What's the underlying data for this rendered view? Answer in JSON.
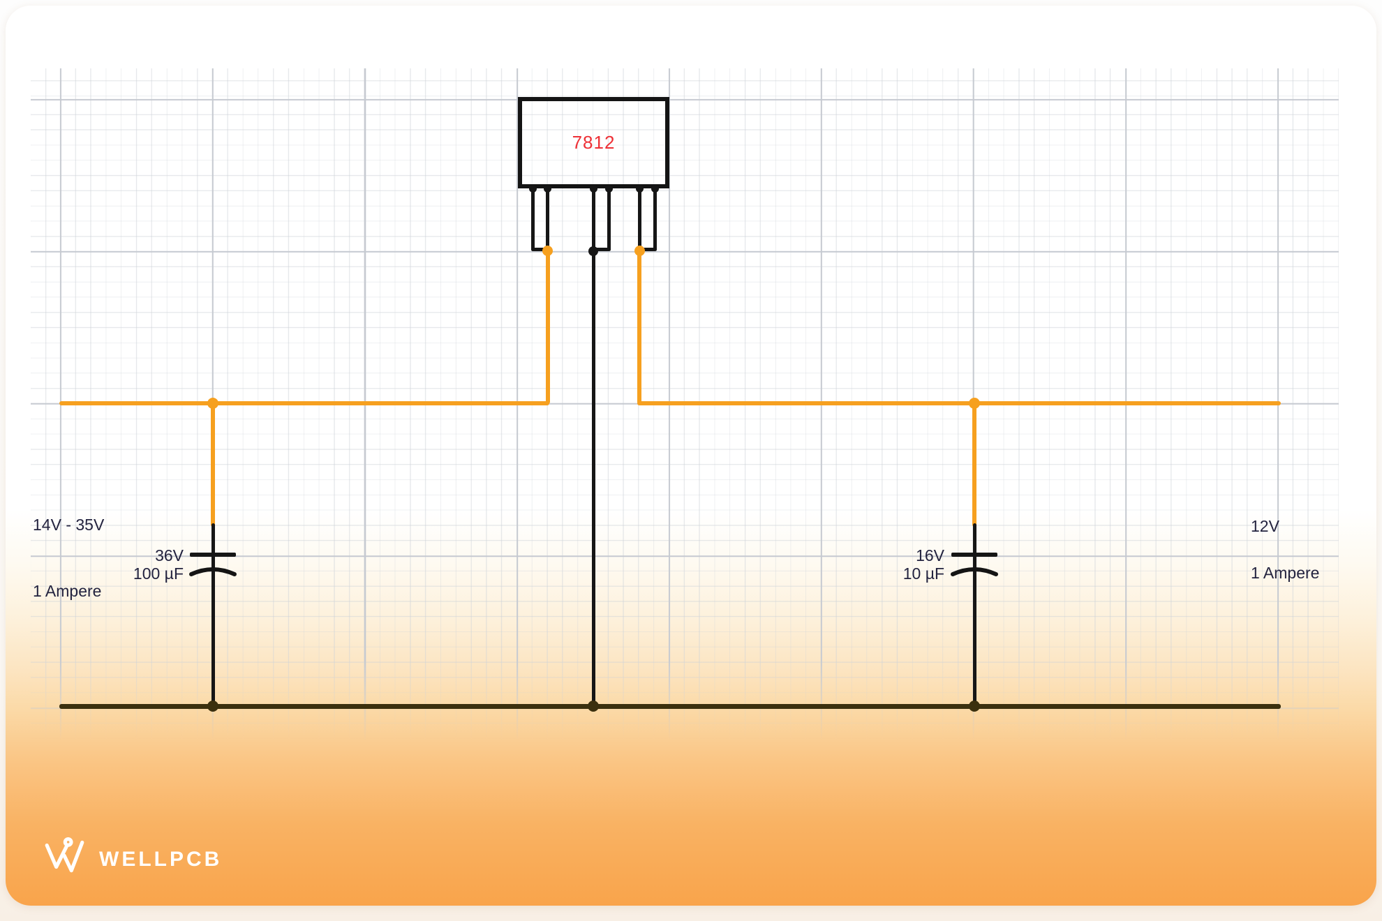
{
  "diagram": {
    "regulator_label": "7812",
    "input": {
      "voltage_range": "14V - 35V",
      "current": "1 Ampere"
    },
    "output": {
      "voltage": "12V",
      "current": "1 Ampere"
    },
    "input_capacitor": {
      "voltage_rating": "36V",
      "capacitance": "100 µF"
    },
    "output_capacitor": {
      "voltage_rating": "16V",
      "capacitance": "10 µF"
    },
    "colors": {
      "wire_orange": "#f6a01f",
      "wire_black": "#161616",
      "ground_bus": "#3b300e",
      "label_text": "#23233f",
      "regulator_text": "#ee3036"
    }
  },
  "branding": {
    "logo_text": "WELLPCB",
    "logo_icon": "wellpcb-w-icon"
  }
}
